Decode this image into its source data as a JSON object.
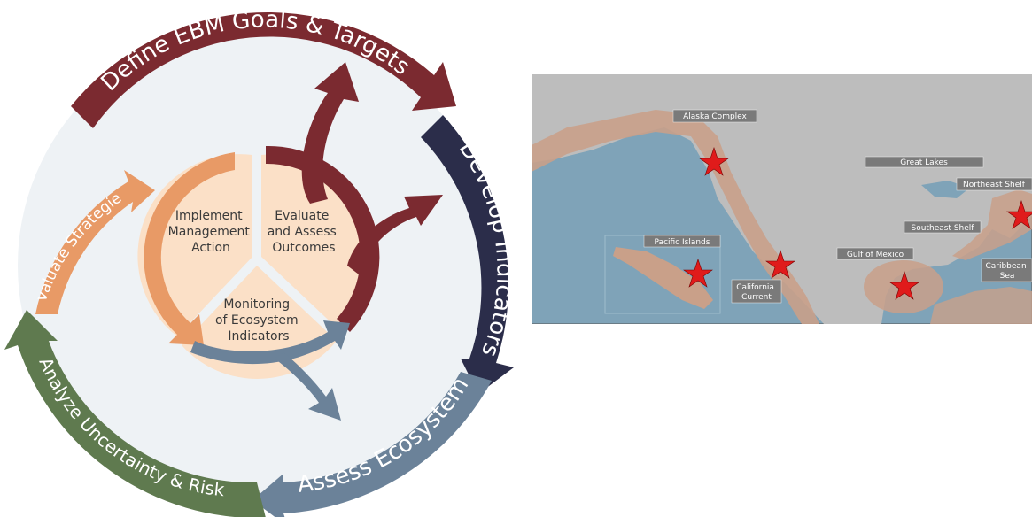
{
  "cycle": {
    "stages": {
      "define": "Define EBM Goals & Targets",
      "develop": "Develop Indicators",
      "assess": "Assess Ecosystem",
      "analyze": "Analyze Uncertainty & Risk",
      "evaluate_strategies": "Evaluate Strategies"
    },
    "core": {
      "implement": [
        "Implement",
        "Management",
        "Action"
      ],
      "evaluate": [
        "Evaluate",
        "and Assess",
        "Outcomes"
      ],
      "monitoring": [
        "Monitoring",
        "of Ecosystem",
        "Indicators"
      ]
    },
    "colors": {
      "define": "#7b2a30",
      "develop": "#2b2d4a",
      "assess": "#6b8299",
      "analyze": "#5f7a4f",
      "evaluate_strategies": "#e89a66",
      "core_fill": "#fbe0c7",
      "background": "#eef2f5"
    }
  },
  "map": {
    "regions": {
      "alaska": "Alaska Complex",
      "great_lakes": "Great Lakes",
      "northeast": "Northeast Shelf",
      "southeast": "Southeast Shelf",
      "pacific_islands": "Pacific Islands",
      "california": [
        "California",
        "Current"
      ],
      "gulf": "Gulf of Mexico",
      "caribbean": [
        "Caribbean",
        "Sea"
      ]
    },
    "colors": {
      "ocean": "#7fa3b8",
      "land": "#bdbdbd",
      "region": "#c9a089",
      "star": "#e01b1b"
    }
  }
}
